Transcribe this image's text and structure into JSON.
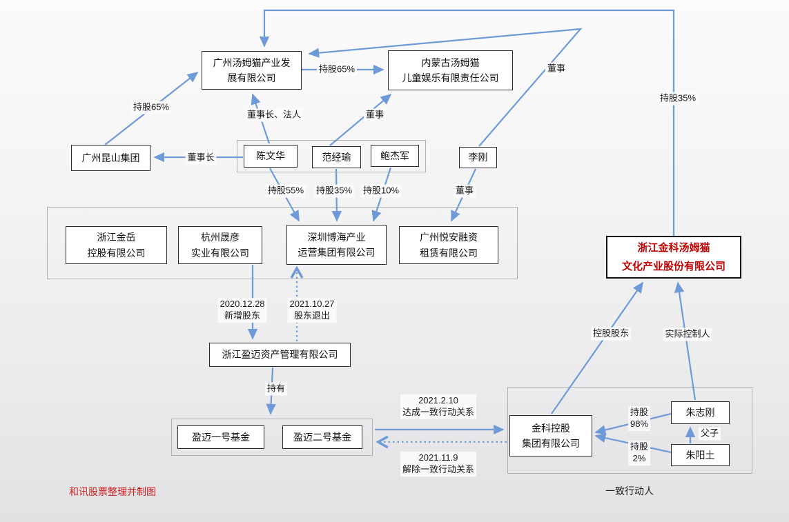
{
  "colors": {
    "arrow_blue": "#6e9bd7",
    "highlight_red": "#c00000",
    "credit_red": "#cf1c1c"
  },
  "nodes": {
    "gz_tom": {
      "lines": [
        "广州汤姆猫产业发",
        "展有限公司"
      ]
    },
    "nmg_tom": {
      "lines": [
        "内蒙古汤姆猫",
        "儿童娱乐有限责任公司"
      ]
    },
    "gz_kunshan": {
      "lines": [
        "广州昆山集团"
      ]
    },
    "chen": {
      "lines": [
        "陈文华"
      ]
    },
    "fan": {
      "lines": [
        "范经瑜"
      ]
    },
    "bao": {
      "lines": [
        "鲍杰军"
      ]
    },
    "li": {
      "lines": [
        "李刚"
      ]
    },
    "zj_jinyue": {
      "lines": [
        "浙江金岳",
        "控股有限公司"
      ]
    },
    "hz_shengyan": {
      "lines": [
        "杭州晟彦",
        "实业有限公司"
      ]
    },
    "sz_bohai": {
      "lines": [
        "深圳博海产业",
        "运营集团有限公司"
      ]
    },
    "gz_yuean": {
      "lines": [
        "广州悦安融资",
        "租赁有限公司"
      ]
    },
    "zj_yingmai": {
      "lines": [
        "浙江盈迈资产管理有限公司"
      ]
    },
    "ym_fund1": {
      "lines": [
        "盈迈一号基金"
      ]
    },
    "ym_fund2": {
      "lines": [
        "盈迈二号基金"
      ]
    },
    "zj_jinke": {
      "lines": [
        "浙江金科汤姆猫",
        "文化产业股份有限公司"
      ]
    },
    "jinke_holding": {
      "lines": [
        "金科控股",
        "集团有限公司"
      ]
    },
    "zhu_zhigang": {
      "lines": [
        "朱志刚"
      ]
    },
    "zhu_yangtu": {
      "lines": [
        "朱阳土"
      ]
    }
  },
  "labels": {
    "hold35_top": "持股35%",
    "hold65_left": "持股65%",
    "hold65_mid": "持股65%",
    "director_top": "董事",
    "chairman_legal": "董事长、法人",
    "director_fan": "董事",
    "chairman": "董事长",
    "hold55": "持股55%",
    "hold35": "持股35%",
    "hold10": "持股10%",
    "director_li": "董事",
    "date_add": [
      "2020.12.28",
      "新增股东"
    ],
    "date_exit": [
      "2021.10.27",
      "股东退出"
    ],
    "hold": "持有",
    "date_form": [
      "2021.2.10",
      "达成一致行动关系"
    ],
    "date_dissolve": [
      "2021.11.9",
      "解除一致行动关系"
    ],
    "controlling_shareholder": "控股股东",
    "actual_controller": "实际控制人",
    "hold98": [
      "持股",
      "98%"
    ],
    "hold2": [
      "持股",
      "2%"
    ],
    "father_son": "父子",
    "concerted_parties": "一致行动人",
    "credit": "和讯股票整理并制图"
  },
  "edges": [
    {
      "from": "浙江金科汤姆猫文化产业股份有限公司",
      "to": "广州汤姆猫产业发展有限公司",
      "label": "持股35%",
      "style": "solid"
    },
    {
      "from": "广州汤姆猫产业发展有限公司",
      "to": "内蒙古汤姆猫儿童娱乐有限责任公司",
      "label": "持股65%",
      "style": "solid"
    },
    {
      "from": "广州昆山集团",
      "to": "广州汤姆猫产业发展有限公司",
      "label": "持股65%",
      "style": "solid"
    },
    {
      "from": "陈文华",
      "to": "广州汤姆猫产业发展有限公司",
      "label": "董事长、法人",
      "style": "solid"
    },
    {
      "from": "范经瑜",
      "to": "内蒙古汤姆猫儿童娱乐有限责任公司",
      "label": "董事",
      "style": "solid"
    },
    {
      "from": "陈文华",
      "to": "广州昆山集团",
      "label": "董事长",
      "style": "solid"
    },
    {
      "from": "李刚",
      "to": "广州汤姆猫产业发展有限公司",
      "label": "董事",
      "style": "solid"
    },
    {
      "from": "陈文华",
      "to": "深圳博海产业运营集团有限公司",
      "label": "持股55%",
      "style": "solid"
    },
    {
      "from": "范经瑜",
      "to": "深圳博海产业运营集团有限公司",
      "label": "持股35%",
      "style": "solid"
    },
    {
      "from": "鲍杰军",
      "to": "深圳博海产业运营集团有限公司",
      "label": "持股10%",
      "style": "solid"
    },
    {
      "from": "李刚",
      "to": "广州悦安融资租赁有限公司",
      "label": "董事",
      "style": "solid"
    },
    {
      "from": "杭州晟彦实业有限公司",
      "to": "浙江盈迈资产管理有限公司",
      "label": "2020.12.28 新增股东",
      "style": "solid"
    },
    {
      "from": "浙江盈迈资产管理有限公司",
      "to": "深圳博海产业运营集团有限公司",
      "label": "2021.10.27 股东退出",
      "style": "dotted"
    },
    {
      "from": "浙江盈迈资产管理有限公司",
      "to": "盈迈一号基金/盈迈二号基金",
      "label": "持有",
      "style": "solid"
    },
    {
      "from": "盈迈二号基金",
      "to": "金科控股集团有限公司",
      "label": "2021.2.10 达成一致行动关系",
      "style": "solid"
    },
    {
      "from": "金科控股集团有限公司",
      "to": "盈迈二号基金",
      "label": "2021.11.9 解除一致行动关系",
      "style": "dotted"
    },
    {
      "from": "金科控股集团有限公司",
      "to": "浙江金科汤姆猫文化产业股份有限公司",
      "label": "控股股东",
      "style": "solid"
    },
    {
      "from": "朱志刚",
      "to": "浙江金科汤姆猫文化产业股份有限公司",
      "label": "实际控制人",
      "style": "solid"
    },
    {
      "from": "朱志刚",
      "to": "金科控股集团有限公司",
      "label": "持股98%",
      "style": "solid"
    },
    {
      "from": "朱阳土",
      "to": "金科控股集团有限公司",
      "label": "持股2%",
      "style": "solid"
    },
    {
      "from": "朱阳土",
      "to": "朱志刚",
      "label": "父子",
      "style": "solid"
    }
  ]
}
